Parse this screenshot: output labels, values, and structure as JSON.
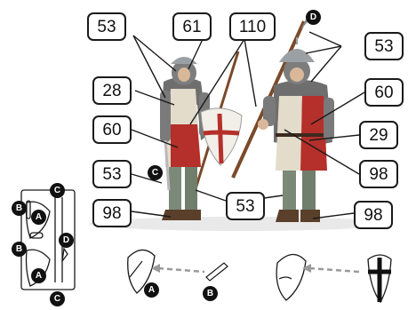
{
  "callouts": {
    "c1": "53",
    "c2": "61",
    "c3": "110",
    "c4": "53",
    "c5": "28",
    "c6": "60",
    "c7": "60",
    "c8": "29",
    "c9": "53",
    "c10": "98",
    "c11": "53",
    "c12": "98",
    "c13": "98"
  },
  "part_letters": {
    "a": "A",
    "b": "B",
    "c": "C",
    "d": "D"
  },
  "colors": {
    "line": "#1a1a1a",
    "armor_grey": "#9aa0a3",
    "mail": "#6e6e6e",
    "tabard_red": "#b5302a",
    "tabard_cream": "#e3dccb",
    "leg_green": "#7b8a78",
    "boot_brown": "#5a3f2a",
    "spear_brown": "#7a4a2a",
    "arrow_grey": "#9a9a9a"
  },
  "icons": [
    "soldier-figure",
    "shield-icon",
    "spear-icon",
    "sprue-frame",
    "shield-cross-icon"
  ]
}
